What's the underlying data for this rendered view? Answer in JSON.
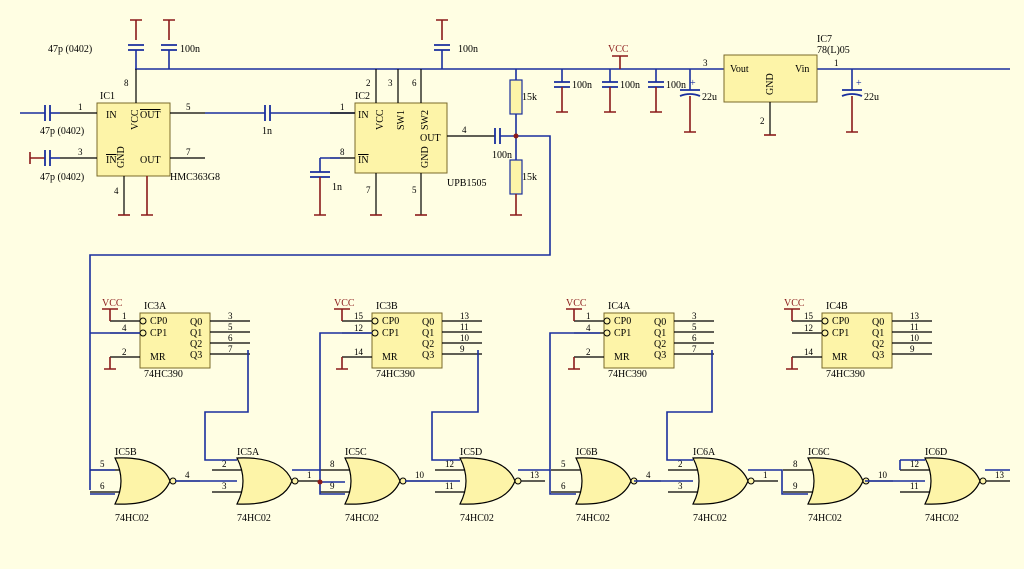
{
  "parts": {
    "ic1": {
      "ref": "IC1",
      "value": "HMC363G8",
      "pins": {
        "in": "IN",
        "vcc": "VCC",
        "out_bar": "OUT",
        "in_bar": "IN",
        "gnd": "GND",
        "out": "OUT"
      },
      "pin_numbers": [
        "1",
        "8",
        "5",
        "3",
        "4",
        "7"
      ]
    },
    "ic2": {
      "ref": "IC2",
      "value": "UPB1505",
      "pins": {
        "in": "IN",
        "vcc": "VCC",
        "sw1": "SW1",
        "sw2": "SW2",
        "out": "OUT",
        "in_bar": "IN",
        "gnd": "GND"
      },
      "pin_numbers": [
        "1",
        "2",
        "3",
        "6",
        "4",
        "8",
        "7",
        "5"
      ]
    },
    "ic7": {
      "ref": "IC7",
      "value": "78(L)05",
      "pins": {
        "vout": "Vout",
        "gnd": "GND",
        "vin": "Vin"
      },
      "pin_numbers": [
        "3",
        "2",
        "1"
      ]
    },
    "counters": [
      {
        "ref": "IC3A",
        "value": "74HC390",
        "pins": [
          "1",
          "4",
          "2"
        ],
        "outs": [
          "3",
          "5",
          "6",
          "7"
        ]
      },
      {
        "ref": "IC3B",
        "value": "74HC390",
        "pins": [
          "15",
          "12",
          "14"
        ],
        "outs": [
          "13",
          "11",
          "10",
          "9"
        ]
      },
      {
        "ref": "IC4A",
        "value": "74HC390",
        "pins": [
          "1",
          "4",
          "2"
        ],
        "outs": [
          "3",
          "5",
          "6",
          "7"
        ]
      },
      {
        "ref": "IC4B",
        "value": "74HC390",
        "pins": [
          "15",
          "12",
          "14"
        ],
        "outs": [
          "13",
          "11",
          "10",
          "9"
        ]
      }
    ],
    "counter_pin_names": {
      "cp0": "CP0",
      "cp1": "CP1",
      "mr": "MR",
      "q0": "Q0",
      "q1": "Q1",
      "q2": "Q2",
      "q3": "Q3"
    },
    "gates": [
      {
        "ref": "IC5B",
        "value": "74HC02",
        "in1": "5",
        "in2": "6",
        "out": "4"
      },
      {
        "ref": "IC5A",
        "value": "74HC02",
        "in1": "2",
        "in2": "3",
        "out": "1"
      },
      {
        "ref": "IC5C",
        "value": "74HC02",
        "in1": "8",
        "in2": "9",
        "out": "10"
      },
      {
        "ref": "IC5D",
        "value": "74HC02",
        "in1": "12",
        "in2": "11",
        "out": "13"
      },
      {
        "ref": "IC6B",
        "value": "74HC02",
        "in1": "5",
        "in2": "6",
        "out": "4"
      },
      {
        "ref": "IC6A",
        "value": "74HC02",
        "in1": "2",
        "in2": "3",
        "out": "1"
      },
      {
        "ref": "IC6C",
        "value": "74HC02",
        "in1": "8",
        "in2": "9",
        "out": "10"
      },
      {
        "ref": "IC6D",
        "value": "74HC02",
        "in1": "12",
        "in2": "11",
        "out": "13"
      }
    ]
  },
  "passives": {
    "c_top_47p": "47p (0402)",
    "c_top_100n": "100n",
    "c_in_47p": "47p (0402)",
    "c_gnd_47p": "47p (0402)",
    "c_1n_series": "1n",
    "c_1n_ic2": "1n",
    "c_100n_ic2": "100n",
    "c_100n_out": "100n",
    "r_top": "15k",
    "r_bot": "15k",
    "c_rail_1": "100n",
    "c_rail_2": "100n",
    "c_rail_3": "100n",
    "c_22u_1": "22u",
    "c_22u_2": "22u"
  },
  "power": {
    "vcc": "VCC"
  },
  "colors": {
    "background": "#fffee3",
    "wire": "#1a2f9e",
    "power": "#8b1a1a",
    "chip_fill": "#fdf4a8"
  }
}
